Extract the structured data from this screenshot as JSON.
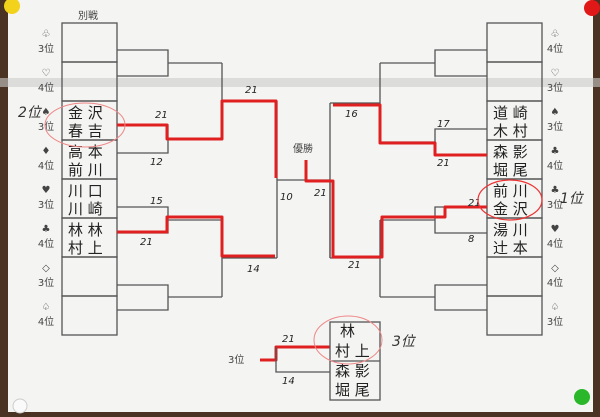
{
  "header": "別戦",
  "final_label": "優勝",
  "third_label": "3位",
  "left_slots": [
    {
      "suit": "♧",
      "rank": "3位",
      "names": [
        "",
        ""
      ]
    },
    {
      "suit": "♡",
      "rank": "4位",
      "names": [
        "",
        ""
      ]
    },
    {
      "suit": "♠",
      "rank": "3位",
      "names": [
        "金 沢",
        "春 吉"
      ]
    },
    {
      "suit": "♦",
      "rank": "4位",
      "names": [
        "高 本",
        "前 川"
      ]
    },
    {
      "suit": "♥",
      "rank": "3位",
      "names": [
        "川 口",
        "川 崎"
      ]
    },
    {
      "suit": "♣",
      "rank": "4位",
      "names": [
        "林 林",
        "村 上"
      ]
    },
    {
      "suit": "◇",
      "rank": "3位",
      "names": [
        "",
        ""
      ]
    },
    {
      "suit": "♤",
      "rank": "4位",
      "names": [
        "",
        ""
      ]
    }
  ],
  "right_slots": [
    {
      "suit": "♧",
      "rank": "4位",
      "names": [
        "",
        ""
      ]
    },
    {
      "suit": "♡",
      "rank": "3位",
      "names": [
        "",
        ""
      ]
    },
    {
      "suit": "♠",
      "rank": "3位",
      "names": [
        "道 崎",
        "木 村"
      ]
    },
    {
      "suit": "♣",
      "rank": "4位",
      "names": [
        "森 影",
        "堀 尾"
      ]
    },
    {
      "suit": "♣",
      "rank": "3位",
      "names": [
        "前 川",
        "金 沢"
      ]
    },
    {
      "suit": "♥",
      "rank": "4位",
      "names": [
        "湯 川",
        "辻 本"
      ]
    },
    {
      "suit": "◇",
      "rank": "4位",
      "names": [
        "",
        ""
      ]
    },
    {
      "suit": "♤",
      "rank": "3位",
      "names": [
        "",
        ""
      ]
    }
  ],
  "third_place_box": [
    [
      "林",
      "村 上"
    ],
    [
      "森 影",
      "堀 尾"
    ]
  ],
  "scores": {
    "l1": "21",
    "l2": "12",
    "l3": "15",
    "l4": "21",
    "l5": "21",
    "l6": "14",
    "c1": "10",
    "c2": "21",
    "r1": "16",
    "r2": "17",
    "r3": "21",
    "r4": "21",
    "r5": "8",
    "r6": "21",
    "t1": "21",
    "t2": "14"
  },
  "annotations": {
    "second": "2位",
    "first": "1位",
    "third": "3位"
  },
  "colors": {
    "paper": "#f4f4f2",
    "marker": "#e02020",
    "pin_yellow": "#f2d21a",
    "pin_red": "#e01818",
    "pin_green": "#2ab82a"
  }
}
